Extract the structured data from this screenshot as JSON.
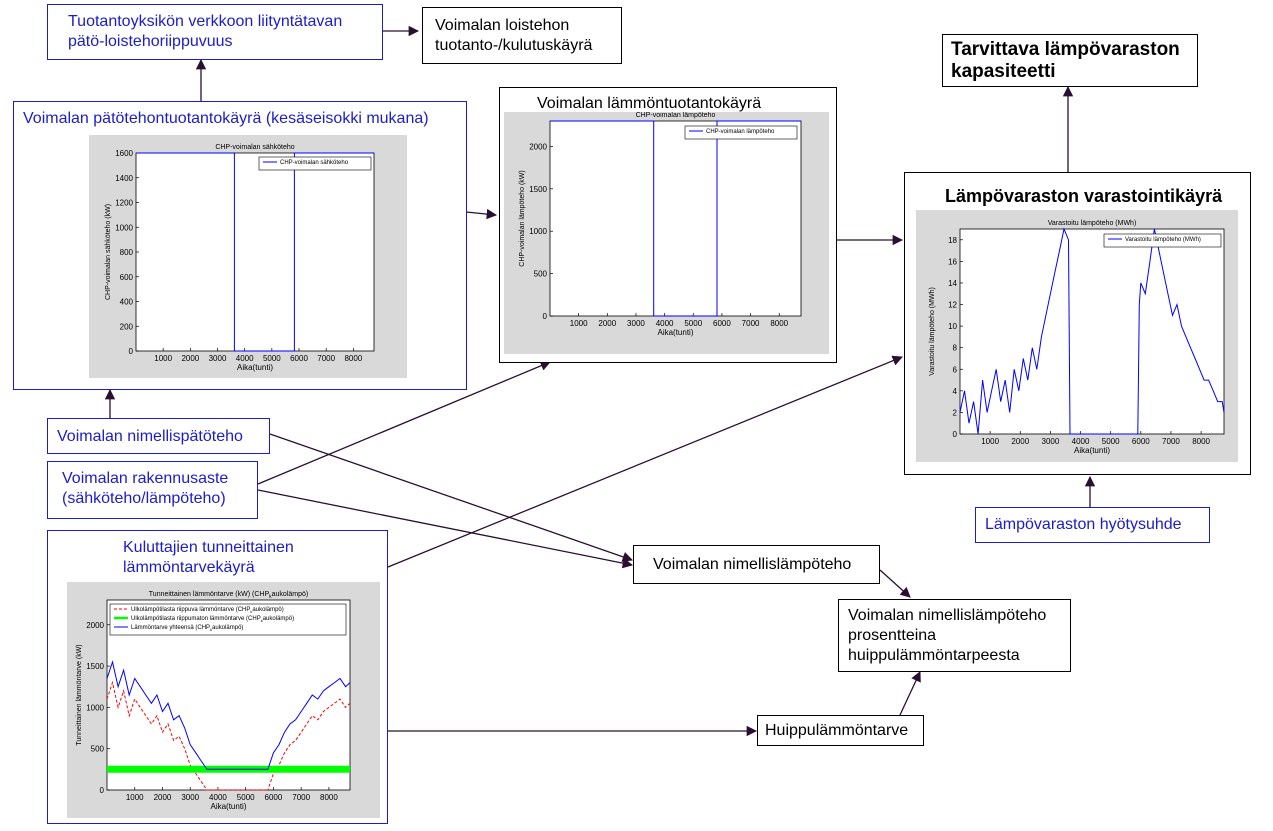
{
  "nodes": {
    "liityntatapa": "Tuotantoyksikön verkkoon liityntätavan\npätö-loistehoriippuvuus",
    "loistehokayra": "Voimalan loistehon\ntuotanto-/kulutuskäyrä",
    "varaston_kapasiteetti": "Tarvittava lämpövaraston\nkapasiteetti",
    "patotehokayra": "Voimalan pätötehontuotantokäyrä (kesäseisokki mukana)",
    "lampotuotantokayra": "Voimalan lämmöntuotantokäyrä",
    "varastointikayra": "Lämpövaraston varastointikäyrä",
    "nimellispatoteho": "Voimalan nimellispätöteho",
    "rakennusaste": "Voimalan rakennusaste\n(sähköteho/lämpöteho)",
    "hyotysuhde": "Lämpövaraston hyötysuhde",
    "tunneittainen": "Kuluttajien tunneittainen\nlämmöntarvekäyrä",
    "nimellislampoteho": "Voimalan nimellislämpöteho",
    "prosentteina": "Voimalan nimellislämpöteho\nprosentteina\nhuippulämmöntarpeesta",
    "huippu": "Huippulämmöntarve"
  },
  "colors": {
    "node_border_blue": "#1c1cc8",
    "node_text_blue": "#1c1cc8",
    "chart_blue": "#0000ff",
    "chart_red": "#ff0000",
    "chart_green": "#00ff00",
    "chart_bg": "#d9d9d9",
    "arrow": "#2a1030"
  },
  "chart_data": [
    {
      "id": "electric",
      "type": "line",
      "title": "CHP-voimalan sähköteho",
      "xlabel": "Aika(tunti)",
      "ylabel": "CHP-voimalan sähköteho (kW)",
      "xlim": [
        0,
        8760
      ],
      "ylim": [
        0,
        1600
      ],
      "xticks": [
        1000,
        2000,
        3000,
        4000,
        5000,
        6000,
        7000,
        8000
      ],
      "yticks": [
        0,
        200,
        400,
        600,
        800,
        1000,
        1200,
        1400,
        1600
      ],
      "grid": false,
      "legend_position": "top-right",
      "series": [
        {
          "name": "CHP-voimalan sähköteho",
          "color": "#0000ff",
          "x": [
            0,
            3620,
            3620,
            3621,
            3621,
            5830,
            5830,
            5831,
            5831,
            8760
          ],
          "y": [
            1600,
            1600,
            0,
            0,
            0,
            0,
            1600,
            1600,
            1600,
            1600
          ]
        }
      ]
    },
    {
      "id": "heat",
      "type": "line",
      "title": "CHP-voimalan lämpöteho",
      "xlabel": "Aika(tunti)",
      "ylabel": "CHP-voimalan lämpöteho (kW)",
      "xlim": [
        0,
        8760
      ],
      "ylim": [
        0,
        2300
      ],
      "xticks": [
        1000,
        2000,
        3000,
        4000,
        5000,
        6000,
        7000,
        8000
      ],
      "yticks": [
        0,
        500,
        1000,
        1500,
        2000
      ],
      "grid": false,
      "legend_position": "top-right",
      "series": [
        {
          "name": "CHP-voimalan lämpöteho",
          "color": "#0000ff",
          "x": [
            0,
            3620,
            3620,
            3621,
            3621,
            5830,
            5830,
            5831,
            5831,
            8760
          ],
          "y": [
            2300,
            2300,
            0,
            0,
            0,
            0,
            2300,
            2300,
            2300,
            2300
          ]
        }
      ]
    },
    {
      "id": "storage",
      "type": "line",
      "title": "Varastoitu lämpöteho (MWh)",
      "xlabel": "Aika(tunti)",
      "ylabel": "Varastoitu lämpöteho (MWh)",
      "xlim": [
        0,
        8760
      ],
      "ylim": [
        0,
        19
      ],
      "xticks": [
        1000,
        2000,
        3000,
        4000,
        5000,
        6000,
        7000,
        8000
      ],
      "yticks": [
        0,
        2,
        4,
        6,
        8,
        10,
        12,
        14,
        16,
        18
      ],
      "grid": false,
      "legend_position": "top-right",
      "series": [
        {
          "name": "Varastoitu lämpöteho (MWh)",
          "color": "#0000ff",
          "x": [
            0,
            150,
            300,
            450,
            600,
            750,
            900,
            1050,
            1200,
            1350,
            1500,
            1650,
            1800,
            1950,
            2100,
            2250,
            2400,
            2550,
            2700,
            2850,
            3000,
            3150,
            3300,
            3450,
            3600,
            3650,
            5900,
            5950,
            6000,
            6150,
            6300,
            6450,
            6600,
            6750,
            6900,
            7050,
            7200,
            7350,
            7500,
            7650,
            7800,
            7950,
            8100,
            8250,
            8400,
            8550,
            8700,
            8760
          ],
          "y": [
            2,
            4,
            1,
            3,
            0,
            5,
            2,
            4,
            6,
            3,
            5,
            2,
            6,
            4,
            7,
            5,
            8,
            6,
            9,
            11,
            13,
            15,
            17,
            19,
            18,
            0,
            0,
            12,
            14,
            13,
            16,
            19,
            17,
            15,
            13,
            11,
            12,
            10,
            9,
            8,
            7,
            6,
            5,
            5,
            4,
            3,
            3,
            2
          ]
        }
      ]
    },
    {
      "id": "demand",
      "type": "line",
      "title": "Tunneittainen lämmöntarve (kW) (CHP",
      "title_sub": "k",
      "title_tail": "aukolämpö)",
      "xlabel": "Aika(tunti)",
      "ylabel": "Tunneittainen lämmöntarve (kW)",
      "xlim": [
        0,
        8760
      ],
      "ylim": [
        0,
        2300
      ],
      "xticks": [
        1000,
        2000,
        3000,
        4000,
        5000,
        6000,
        7000,
        8000
      ],
      "yticks": [
        0,
        500,
        1000,
        1500,
        2000
      ],
      "grid": false,
      "legend_position": "top-left",
      "series": [
        {
          "name": "Ulkolämpötilasta riippuva lämmöntarve (CHP",
          "name_sub": "k",
          "name_tail": "aukolämpö)",
          "style": "dashed",
          "color": "#ff0000",
          "x": [
            0,
            200,
            400,
            600,
            800,
            1000,
            1200,
            1400,
            1600,
            1800,
            2000,
            2200,
            2400,
            2600,
            2800,
            3000,
            3200,
            3400,
            3600,
            5800,
            6000,
            6200,
            6400,
            6600,
            6800,
            7000,
            7200,
            7400,
            7600,
            7800,
            8000,
            8200,
            8400,
            8600,
            8760
          ],
          "y": [
            1100,
            1300,
            1000,
            1200,
            900,
            1100,
            1000,
            900,
            800,
            900,
            700,
            800,
            600,
            650,
            500,
            300,
            200,
            100,
            0,
            0,
            200,
            300,
            450,
            550,
            600,
            700,
            800,
            900,
            850,
            950,
            1000,
            1050,
            1100,
            1000,
            1050
          ]
        },
        {
          "name": "Ulkolämpötilasta riippumaton lämmöntarve (CHP",
          "name_sub": "k",
          "name_tail": "aukolämpö)",
          "style": "thick",
          "color": "#00ff00",
          "x": [
            0,
            8760
          ],
          "y": [
            250,
            250
          ]
        },
        {
          "name": "Lämmöntarve yhteensä (CHP",
          "name_sub": "k",
          "name_tail": "aukolämpö)",
          "style": "solid",
          "color": "#0000ff",
          "x": [
            0,
            200,
            400,
            600,
            800,
            1000,
            1200,
            1400,
            1600,
            1800,
            2000,
            2200,
            2400,
            2600,
            2800,
            3000,
            3200,
            3400,
            3600,
            5800,
            6000,
            6200,
            6400,
            6600,
            6800,
            7000,
            7200,
            7400,
            7600,
            7800,
            8000,
            8200,
            8400,
            8600,
            8760
          ],
          "y": [
            1350,
            1550,
            1250,
            1450,
            1150,
            1350,
            1250,
            1150,
            1050,
            1150,
            950,
            1050,
            850,
            900,
            750,
            550,
            450,
            350,
            250,
            250,
            450,
            550,
            700,
            800,
            850,
            950,
            1050,
            1150,
            1100,
            1200,
            1250,
            1300,
            1350,
            1250,
            1300
          ]
        }
      ]
    }
  ]
}
